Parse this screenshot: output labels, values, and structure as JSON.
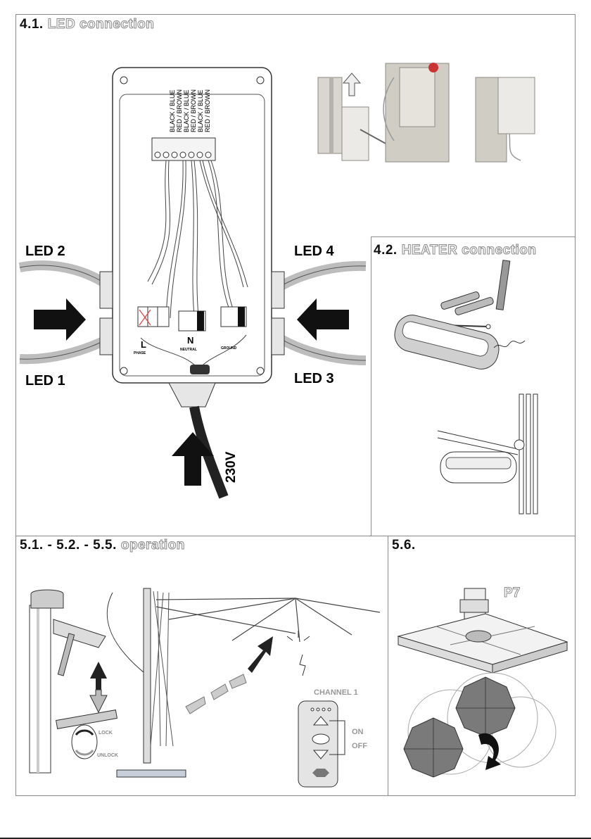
{
  "sections": {
    "led": {
      "number": "4.1.",
      "name": "LED connection"
    },
    "heater": {
      "number": "4.2.",
      "name": "HEATER connection"
    },
    "operation": {
      "number": "5.1. - 5.2. - 5.5.",
      "name": "operation"
    },
    "p56": {
      "number": "5.6.",
      "name": ""
    }
  },
  "led_labels": {
    "led1": "LED 1",
    "led2": "LED 2",
    "led3": "LED 3",
    "led4": "LED 4",
    "voltage": "230V"
  },
  "wire_labels": [
    "BLACK / BLUE",
    "RED / BROWN",
    "BLACK / BLUE",
    "RED / BROWN",
    "BLACK / BLUE",
    "RED / BROWN"
  ],
  "terminal_labels": {
    "phase_letter": "L",
    "phase": "PHASE",
    "neutral_letter": "N",
    "neutral": "NEUTRAL",
    "ground": "GROUND"
  },
  "remote": {
    "channel": "CHANNEL 1",
    "on": "ON",
    "off": "OFF"
  },
  "lock_labels": {
    "lock": "LOCK",
    "unlock": "UNLOCK"
  },
  "p7": "P7",
  "colors": {
    "frame": "#8a8a8a",
    "title_outline": "#8c8c8c",
    "drawing": "#333333",
    "fill_grey": "#d8d8d8"
  }
}
